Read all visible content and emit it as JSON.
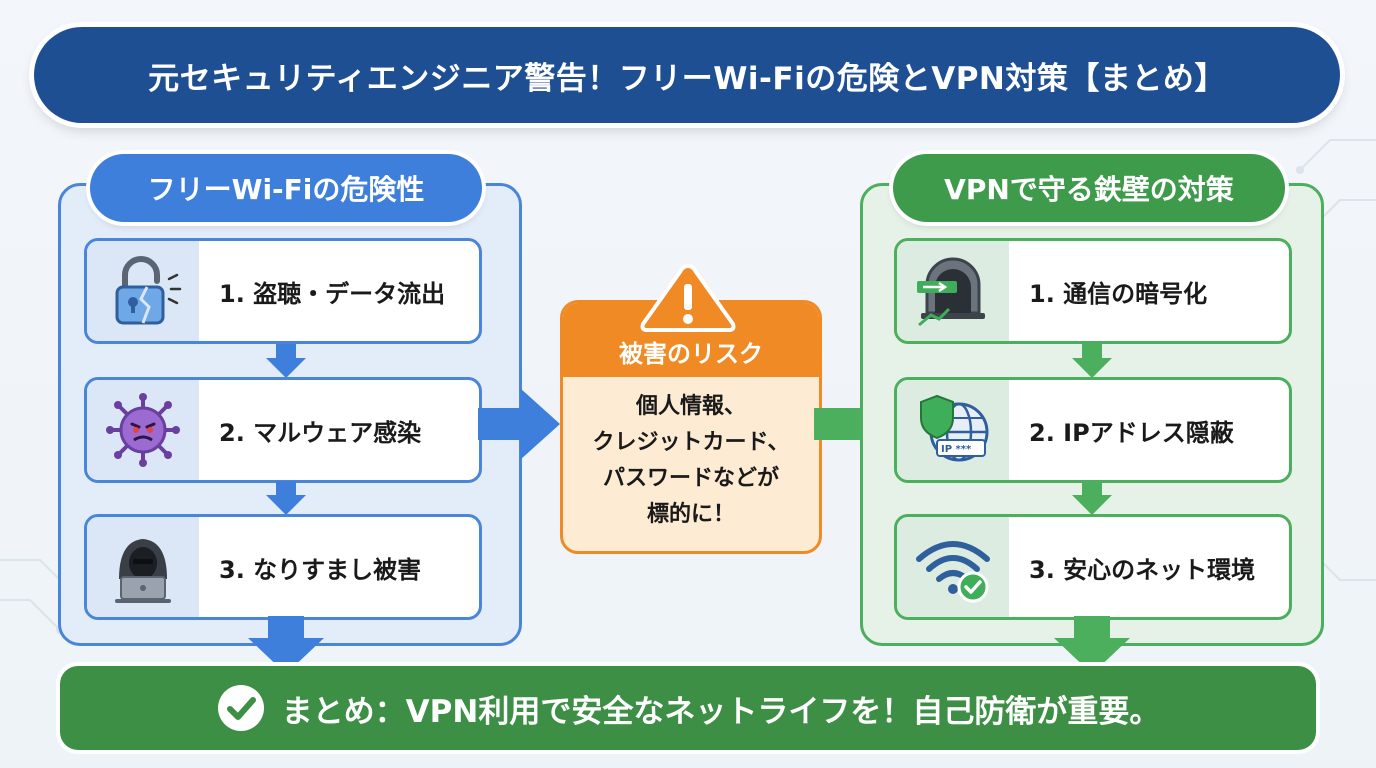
{
  "title": "元セキュリティエンジニア警告！フリーWi-Fiの危険とVPN対策【まとめ】",
  "left_panel": {
    "heading": "フリーWi-Fiの危険性",
    "items": [
      {
        "label": "1. 盗聴・データ流出",
        "icon": "broken-padlock-icon"
      },
      {
        "label": "2. マルウェア感染",
        "icon": "virus-icon"
      },
      {
        "label": "3. なりすまし被害",
        "icon": "hacker-icon"
      }
    ]
  },
  "risk": {
    "heading": "被害のリスク",
    "lines": [
      "個人情報、",
      "クレジットカード、",
      "パスワードなどが",
      "標的に！"
    ],
    "icon": "warning-triangle-icon"
  },
  "right_panel": {
    "heading": "VPNで守る鉄壁の対策",
    "items": [
      {
        "label": "1. 通信の暗号化",
        "icon": "vpn-tunnel-icon"
      },
      {
        "label": "2. IPアドレス隠蔽",
        "icon": "shield-globe-icon"
      },
      {
        "label": "3. 安心のネット環境",
        "icon": "wifi-check-icon"
      }
    ]
  },
  "summary": {
    "text": "まとめ：VPN利用で安全なネットライフを！自己防衛が重要。",
    "icon": "check-circle-icon"
  },
  "colors": {
    "title_bg": "#1f4f93",
    "danger_blue": "#3d7fdb",
    "safe_green": "#3f9b4c",
    "risk_orange": "#f08a24",
    "summary_green": "#3d8f45"
  }
}
